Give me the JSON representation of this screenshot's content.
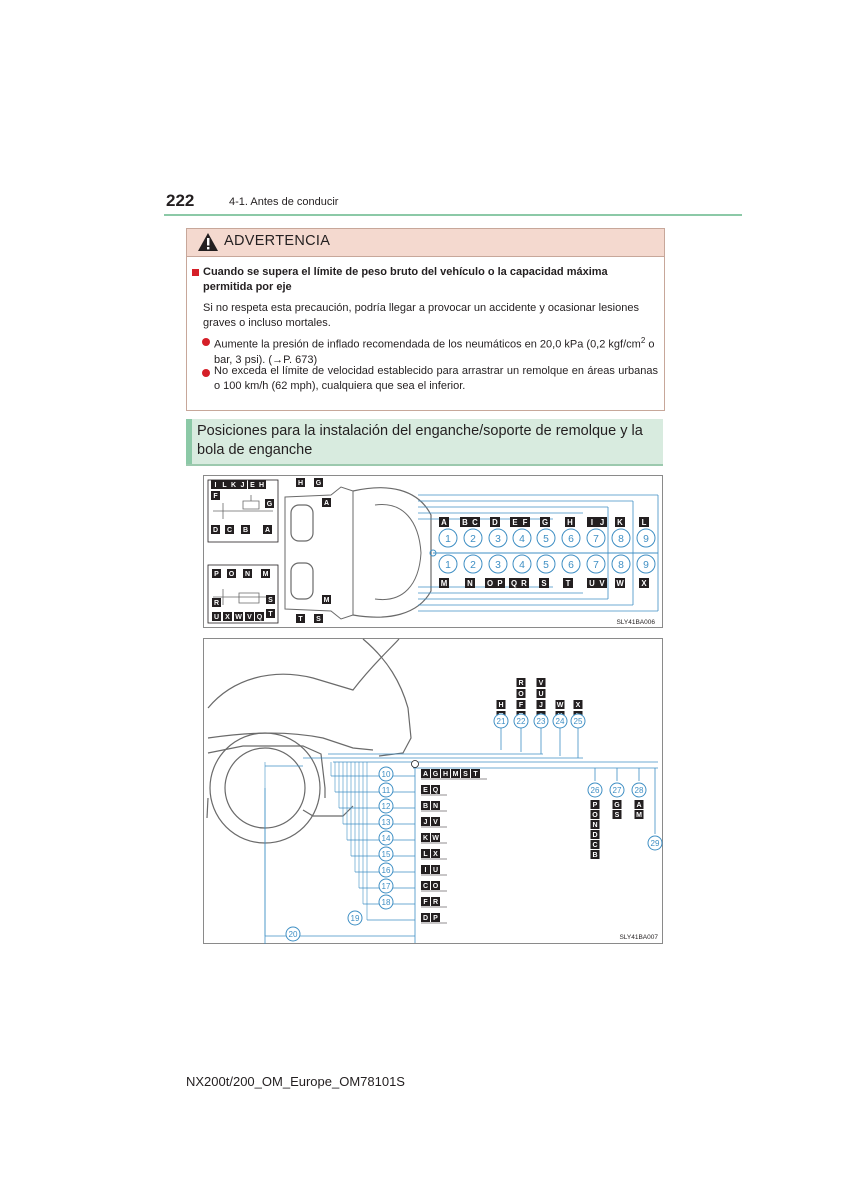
{
  "header": {
    "page_number": "222",
    "section": "4-1. Antes de conducir"
  },
  "warning": {
    "title": "ADVERTENCIA",
    "heading": "Cuando se supera el límite de peso bruto del vehículo o la capacidad máxima permitida por eje",
    "paragraph": "Si no respeta esta precaución, podría llegar a provocar un accidente y ocasionar lesiones graves o incluso mortales.",
    "item1_main": "Aumente la presión de inflado recomendada de los neumáticos en 20,0 kPa (0,2 kgf/cm",
    "item1_sup": "2",
    "item1_tail": " o bar, 3 psi). (→P. 673)",
    "item2": "No exceda el límite de velocidad establecido para arrastrar un remolque en áreas urbanas o 100 km/h (62 mph), cualquiera que sea el inferior."
  },
  "positions": {
    "title": "Posiciones para la instalación del enganche/soporte de remolque y la bola de enganche"
  },
  "figure1": {
    "code": "SLY41BA006",
    "inset_top": [
      "I",
      "L",
      "K",
      "J",
      "E",
      "H",
      "F",
      "G",
      "D",
      "C",
      "B",
      "A"
    ],
    "inset_bottom": [
      "P",
      "O",
      "N",
      "M",
      "R",
      "S",
      "U",
      "X",
      "W",
      "V",
      "Q",
      "T"
    ],
    "car_labels": [
      "H",
      "G",
      "A",
      "M",
      "T",
      "S"
    ],
    "row1_letters": [
      "A",
      "B",
      "C",
      "D",
      "E",
      "F",
      "G",
      "H",
      "I",
      "J",
      "K",
      "L"
    ],
    "row_numbers": [
      "1",
      "2",
      "3",
      "4",
      "5",
      "6",
      "7",
      "8",
      "9"
    ],
    "row2_letters": [
      "M",
      "N",
      "O",
      "P",
      "Q",
      "R",
      "S",
      "T",
      "U",
      "V",
      "W",
      "X"
    ]
  },
  "figure2": {
    "code": "SLY41BA007",
    "top_cols": [
      {
        "num": "21",
        "letters": [
          "H",
          "T"
        ]
      },
      {
        "num": "22",
        "letters": [
          "R",
          "O",
          "F",
          "E"
        ]
      },
      {
        "num": "23",
        "letters": [
          "V",
          "U",
          "J",
          "I"
        ]
      },
      {
        "num": "24",
        "letters": [
          "W",
          "K"
        ]
      },
      {
        "num": "25",
        "letters": [
          "X",
          "L"
        ]
      }
    ],
    "dims": [
      {
        "num": "10",
        "letters": "A G H M S T"
      },
      {
        "num": "11",
        "letters": "E Q"
      },
      {
        "num": "12",
        "letters": "B N"
      },
      {
        "num": "13",
        "letters": "J V"
      },
      {
        "num": "14",
        "letters": "K W"
      },
      {
        "num": "15",
        "letters": "L X"
      },
      {
        "num": "16",
        "letters": "I U"
      },
      {
        "num": "17",
        "letters": "C O"
      },
      {
        "num": "18",
        "letters": "F R"
      },
      {
        "num": "19",
        "letters": "D P"
      },
      {
        "num": "20",
        "letters": ""
      }
    ],
    "right_cols": [
      {
        "num": "26",
        "letters": [
          "P",
          "O",
          "N",
          "D",
          "C",
          "B"
        ]
      },
      {
        "num": "27",
        "letters": [
          "G",
          "S"
        ]
      },
      {
        "num": "28",
        "letters": [
          "A",
          "M"
        ]
      },
      {
        "num": "29",
        "letters": []
      }
    ]
  },
  "footer": {
    "code": "NX200t/200_OM_Europe_OM78101S"
  }
}
